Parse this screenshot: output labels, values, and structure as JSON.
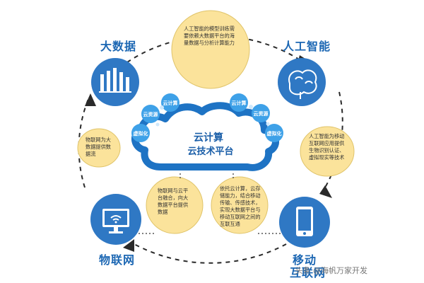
{
  "nodes": {
    "big_data": "大数据",
    "ai": "人工智能",
    "iot": "物联网",
    "mobile_line1": "移动",
    "mobile_line2": "互联网"
  },
  "cloud": {
    "line1": "云计算",
    "line2": "云技术平台"
  },
  "badges": {
    "left_top": "云资源",
    "left_mid": "云计算",
    "left_bottom": "虚拟化",
    "right_top": "云计算",
    "right_mid": "云资源",
    "right_bottom": "虚拟化"
  },
  "bubbles": {
    "top": "人工智能的模型训练需要依赖大数据平台的海量数据与分析计算能力",
    "left": "物联网为大数据提供数据流",
    "right": "人工智能为移动互联网应用提供生物识别认证、虚拟现实等技术",
    "bottom_left": "物联网与云平台融合，向大数据平台提供数据",
    "bottom_right": "依托云计算，云存储能力，结合移动传输、传感技术，实现大数据平台与移动互联网之间的互联互通"
  },
  "watermark": "头条 @海帆万家开发",
  "colors": {
    "primary_blue": "#1c67b3",
    "dark_blue_circle": "#2f78c4",
    "cloud_outline": "#1e73c4",
    "bubble_yellow": "#fbe39b",
    "bubble_stroke": "#e0c46a",
    "accent_small_blue": "#3ea1e8",
    "text_dark": "#333333"
  }
}
